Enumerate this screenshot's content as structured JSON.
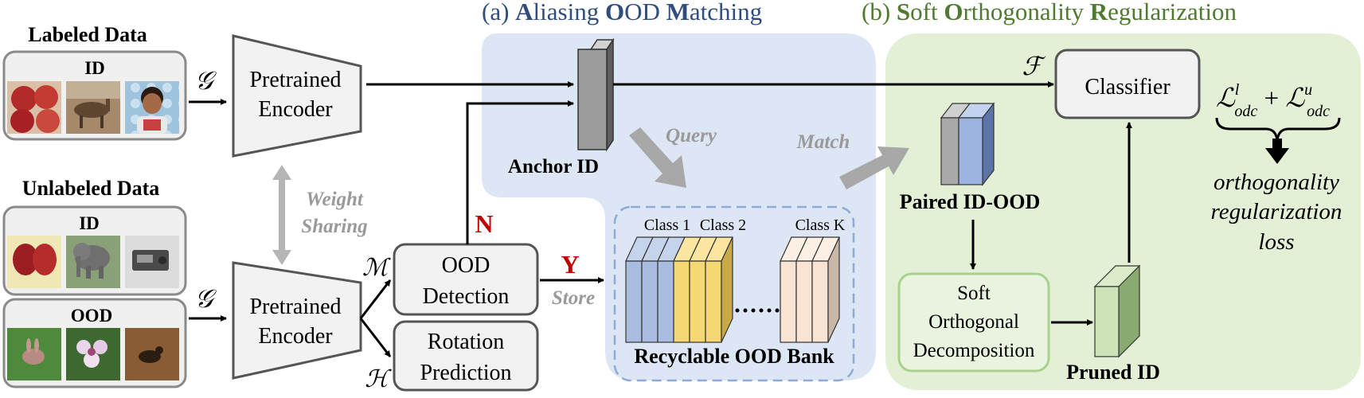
{
  "inputs": {
    "labeled_title": "Labeled Data",
    "labeled_id": "ID",
    "unlabeled_title": "Unlabeled Data",
    "unlabeled_id": "ID",
    "unlabeled_ood": "OOD"
  },
  "encoder": {
    "top_line1": "Pretrained",
    "top_line2": "Encoder",
    "bottom_line1": "Pretrained",
    "bottom_line2": "Encoder",
    "g_symbol_top": "𝒢",
    "g_symbol_bottom": "𝒢"
  },
  "weight_sharing": {
    "line1": "Weight",
    "line2": "Sharing"
  },
  "heads": {
    "m_symbol": "ℳ",
    "h_symbol": "ℋ",
    "ood_line1": "OOD",
    "ood_line2": "Detection",
    "rot_line1": "Rotation",
    "rot_line2": "Prediction"
  },
  "decisions": {
    "no": "N",
    "yes": "Y",
    "store": "Store"
  },
  "section_a": {
    "prefix": "(a) ",
    "w1_initial": "A",
    "w1_rest": "liasing ",
    "w2_initial": "O",
    "w2_rest": "OD ",
    "w3_initial": "M",
    "w3_rest": "atching",
    "anchor": "Anchor ID",
    "query": "Query",
    "match": "Match",
    "class1": "Class 1",
    "class2": "Class 2",
    "classk": "Class K",
    "bank": "Recyclable OOD Bank"
  },
  "section_b": {
    "prefix": "(b) ",
    "w1_initial": "S",
    "w1_rest": "oft ",
    "w2_initial": "O",
    "w2_rest": "rthogonality ",
    "w3_initial": "R",
    "w3_rest": "egularization",
    "f_symbol": "ℱ",
    "classifier": "Classifier",
    "paired": "Paired ID-OOD",
    "decomp_line1": "Soft",
    "decomp_line2": "Orthogonal",
    "decomp_line3": "Decomposition",
    "pruned": "Pruned ID",
    "loss_l1": "ℒ",
    "loss_l1_sup": "l",
    "loss_l1_sub": "odc",
    "loss_plus": " + ",
    "loss_l2": "ℒ",
    "loss_l2_sup": "u",
    "loss_l2_sub": "odc",
    "loss_line1": "orthogonality",
    "loss_line2": "regularization",
    "loss_line3": "loss"
  },
  "colors": {
    "region_a": "#dce6f4",
    "region_b": "#e3f0d6",
    "title_a": "#2f4e7d",
    "title_b": "#4f7a2f",
    "decision_red": "#c00000",
    "id_bar": "#a8bde0",
    "ood_bar": "#f5d774",
    "bank_k": "#f9e3d2",
    "pruned": "#cfe3b8"
  }
}
